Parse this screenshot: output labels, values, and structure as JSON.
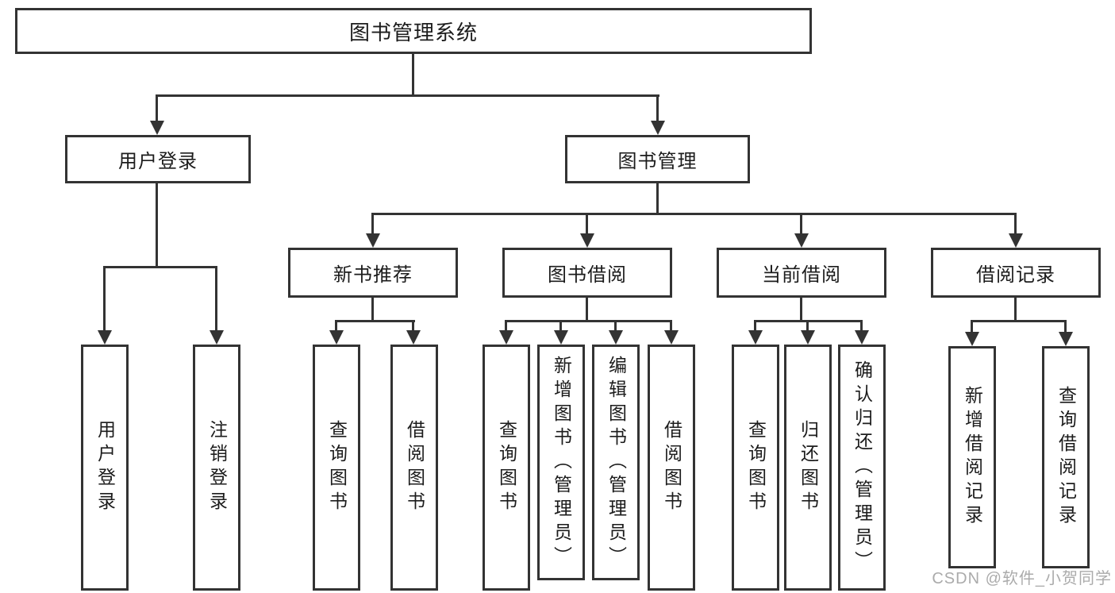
{
  "nodes": {
    "root": "图书管理系统",
    "user_login": "用户登录",
    "book_mgmt": "图书管理",
    "new_book_rec": "新书推荐",
    "book_borrow": "图书借阅",
    "current_borrow": "当前借阅",
    "borrow_record": "借阅记录",
    "leaf_user_login": "用户登录",
    "leaf_logout": "注销登录",
    "leaf_query_book_a": "查询图书",
    "leaf_borrow_book_a": "借阅图书",
    "leaf_query_book_b": "查询图书",
    "leaf_add_book": "新增图书（管理员）",
    "leaf_edit_book": "编辑图书（管理员）",
    "leaf_borrow_book_b": "借阅图书",
    "leaf_query_book_c": "查询图书",
    "leaf_return_book": "归还图书",
    "leaf_confirm_return": "确认归还（管理员）",
    "leaf_add_record": "新增借阅记录",
    "leaf_query_record": "查询借阅记录"
  },
  "hierarchy": {
    "图书管理系统": [
      "用户登录",
      "图书管理"
    ],
    "用户登录": [
      "用户登录",
      "注销登录"
    ],
    "图书管理": [
      "新书推荐",
      "图书借阅",
      "当前借阅",
      "借阅记录"
    ],
    "新书推荐": [
      "查询图书",
      "借阅图书"
    ],
    "图书借阅": [
      "查询图书",
      "新增图书（管理员）",
      "编辑图书（管理员）",
      "借阅图书"
    ],
    "当前借阅": [
      "查询图书",
      "归还图书",
      "确认归还（管理员）"
    ],
    "借阅记录": [
      "新增借阅记录",
      "查询借阅记录"
    ]
  },
  "watermark": "CSDN @软件_小贺同学",
  "colors": {
    "line": "#333333",
    "text": "#1c1c1c",
    "watermark": "#ababab",
    "background": "#ffffff"
  }
}
